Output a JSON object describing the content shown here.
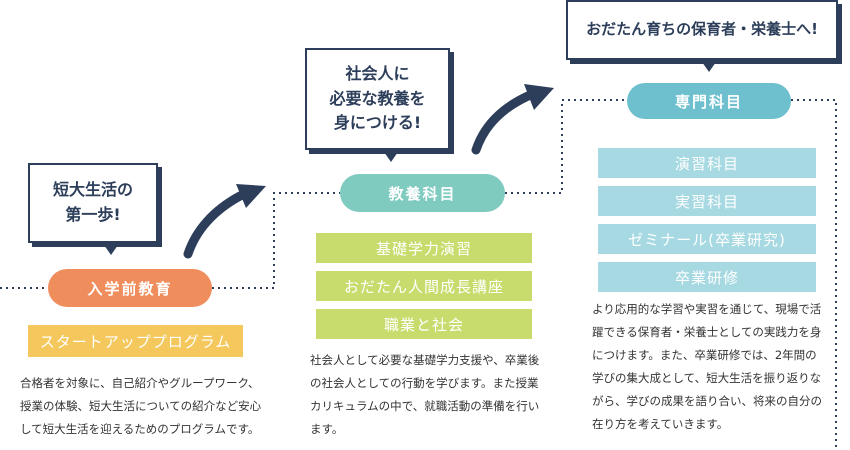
{
  "colors": {
    "navy": "#2d3e5a",
    "stage1": "#ef8e5c",
    "stage2": "#7fcbbf",
    "stage3": "#6ec0cf",
    "item1": "#f4c85c",
    "item2": "#c8dc6e",
    "item3": "#a7d9e2"
  },
  "icons": [
    "arrow-icon"
  ],
  "stages": [
    {
      "bubble": "短大生活の\n第一歩!",
      "label": "入学前教育",
      "items": [
        "スタートアッププログラム"
      ],
      "description": "合格者を対象に、自己紹介やグループワーク、授業の体験、短大生活についての紹介など安心して短大生活を迎えるためのプログラムです。"
    },
    {
      "bubble": "社会人に\n必要な教養を\n身につける!",
      "label": "教養科目",
      "items": [
        "基礎学力演習",
        "おだたん人間成長講座",
        "職業と社会"
      ],
      "description": "社会人として必要な基礎学力支援や、卒業後の社会人としての行動を学びます。また授業カリキュラムの中で、就職活動の準備を行います。"
    },
    {
      "bubble": "おだたん育ちの保育者・栄養士へ!",
      "label": "専門科目",
      "items": [
        "演習科目",
        "実習科目",
        "ゼミナール(卒業研究)",
        "卒業研修"
      ],
      "description": "より応用的な学習や実習を通じて、現場で活躍できる保育者・栄養士としての実践力を身につけます。また、卒業研修では、2年間の学びの集大成として、短大生活を振り返りながら、学びの成果を語り合い、将来の自分の在り方を考えていきます。"
    }
  ]
}
